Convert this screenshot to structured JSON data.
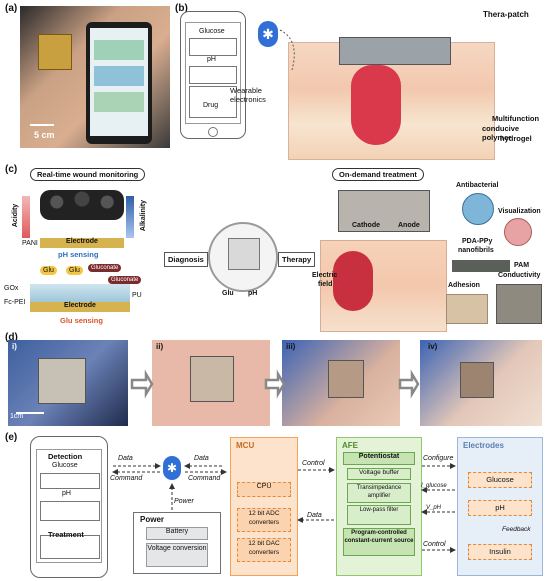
{
  "panels": {
    "a": {
      "label": "(a)",
      "scale_bar": "5 cm"
    },
    "b": {
      "label": "(b)",
      "phone_labels": [
        "Glucose",
        "pH",
        "Drug"
      ],
      "wearable": "Wearable electronics",
      "therapatch": "Thera-patch",
      "hydrogel_lines": [
        "Multifunction",
        "conducive polymer",
        "hydrogel"
      ]
    },
    "c": {
      "label": "(c)",
      "monitoring_title": "Real-time wound monitoring",
      "treatment_title": "On-demand treatment",
      "acidity": "Acidity",
      "alkalinity": "Alkalinity",
      "pani": "PANI",
      "electrode": "Electrode",
      "ph_sensing": "pH sensing",
      "glu": "Glu",
      "gluconate": "Gluconate",
      "gox": "GOx",
      "fc_pei": "Fc-PEI",
      "pu": "PU",
      "glu_sensing": "Glu sensing",
      "diagnosis": "Diagnosis",
      "therapy": "Therapy",
      "center_glu": "Glu",
      "center_ph": "pH",
      "cathode": "Cathode",
      "anode": "Anode",
      "electric_field": [
        "Electric",
        "field"
      ],
      "antibacterial": "Antibacterial",
      "visualization": "Visualization",
      "pda_ppy": [
        "PDA-PPy",
        "nanofibrils"
      ],
      "pam": "PAM",
      "adhesion": "Adhesion",
      "conductivity": "Conductivity"
    },
    "d": {
      "label": "(d)",
      "subpanels": [
        "i)",
        "ii)",
        "iii)",
        "iv)"
      ],
      "scale_bar": "1cm"
    },
    "e": {
      "label": "(e)",
      "detection": "Detection",
      "glucose": "Glucose",
      "ph": "pH",
      "treatment": "Treatment",
      "data": "Data",
      "command": "Command",
      "power_arrow": "Power",
      "power_box": {
        "title": "Power",
        "items": [
          "Battery",
          "Voltage conversion"
        ]
      },
      "mcu": {
        "title": "MCU",
        "items": [
          "CPU",
          "12 bit ADC converters",
          "12 bit DAC converters"
        ]
      },
      "control": "Control",
      "data2": "Data",
      "afe": {
        "title": "AFE",
        "items": [
          "Potentiostat",
          "Voltage buffer",
          "Transimpedance amplifier",
          "Low-pass filter",
          "Program-controlled constant-current source"
        ]
      },
      "configure": "Configure",
      "i_glucose": "I_glucose",
      "v_ph": "V_pH",
      "control2": "Control",
      "electrodes": {
        "title": "Electrodes",
        "items": [
          "Glucose",
          "pH",
          "Insulin"
        ]
      },
      "feedback": "Feedback"
    }
  },
  "colors": {
    "orange_box": "#f5a35c",
    "orange_fill": "#fde3cc",
    "green_box": "#8fc96a",
    "green_fill": "#e4f2d7",
    "blue_box": "#9ab6d8",
    "blue_fill": "#e6eef8",
    "grey_box": "#6f7377",
    "bluetooth": "#2f6fd6",
    "ph_text": "#2d6fc0",
    "glu_text": "#d9542b"
  }
}
